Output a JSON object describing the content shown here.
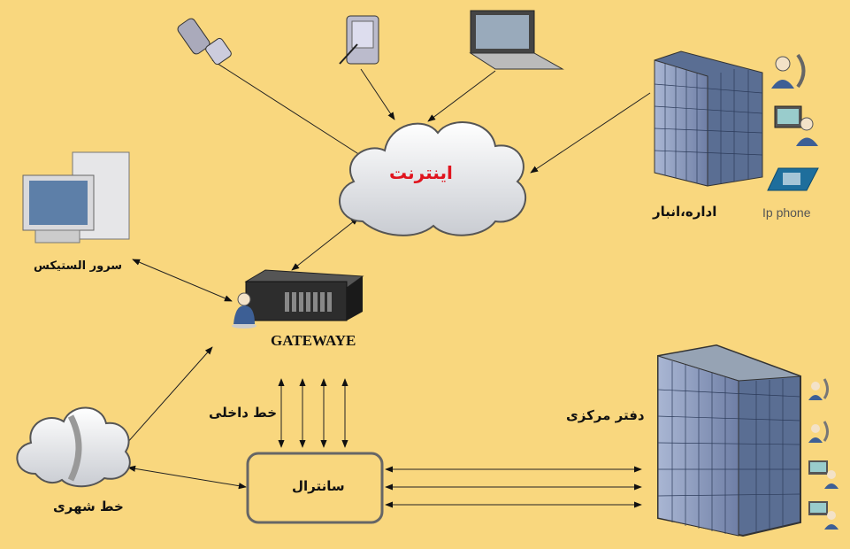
{
  "diagram": {
    "internet_label": "اینترنت",
    "warehouse_label": "اداره،انبار",
    "ip_phone_label": "Ip phone",
    "server_label": "سرور الستیکس",
    "gateway_label": "GATEWAYE",
    "internal_line_label": "خط داخلی",
    "pbx_label": "سانترال",
    "city_line_label": "خط شهری",
    "head_office_label": "دفتر مرکزی"
  },
  "colors": {
    "background": "#F9D77E",
    "internet_text": "#E0141E",
    "building": "#5A6E93"
  }
}
